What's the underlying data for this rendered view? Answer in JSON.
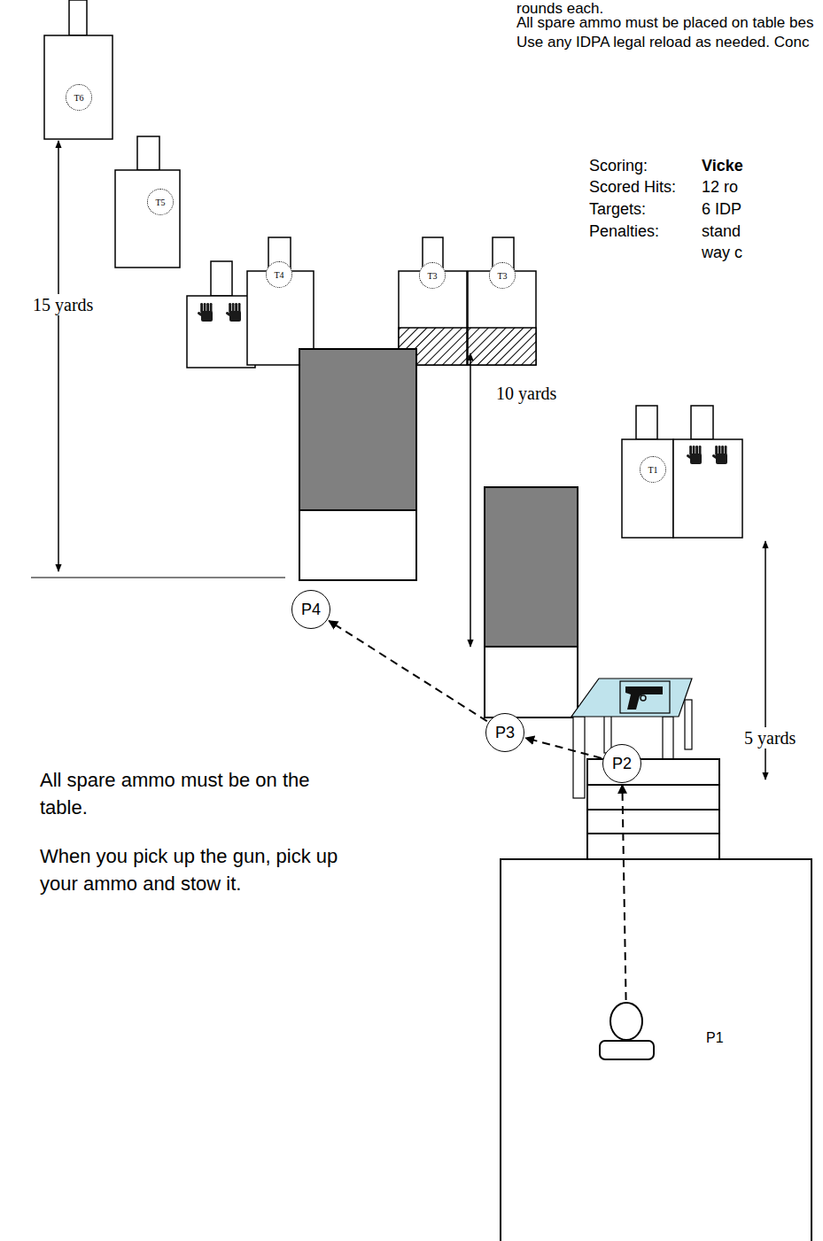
{
  "diagram": {
    "nodes": [
      {
        "text": [
          "T6"
        ]
      },
      {
        "text": [
          "T5"
        ]
      },
      {
        "text": [
          "T4"
        ]
      },
      {
        "text": [
          "T3"
        ]
      },
      {
        "text": [
          "T3"
        ]
      },
      {
        "text": [
          "T1"
        ]
      },
      {
        "text": [
          "P4"
        ]
      },
      {
        "text": [
          "P3"
        ]
      },
      {
        "text": [
          "P2"
        ]
      },
      {
        "text": [
          "P1"
        ]
      }
    ],
    "edges": [
      {
        "from": 9,
        "to": 8,
        "arrow": "to"
      },
      {
        "from": 8,
        "to": 7,
        "arrow": "to"
      },
      {
        "from": 7,
        "to": 6,
        "arrow": "to"
      }
    ],
    "labels": [
      "rounds each.",
      "All spare ammo must be placed on table bes",
      "Use any IDPA legal reload as needed. Conc",
      "Scoring:",
      "Vicke",
      "Scored Hits:",
      "12 ro",
      "Targets:",
      "6 IDP",
      "Penalties:",
      "stand",
      "way c",
      "15 yards",
      "10 yards",
      "5 yards",
      "All spare ammo must be on the table.",
      "When you pick up the gun, pick up your ammo and stow it."
    ]
  }
}
